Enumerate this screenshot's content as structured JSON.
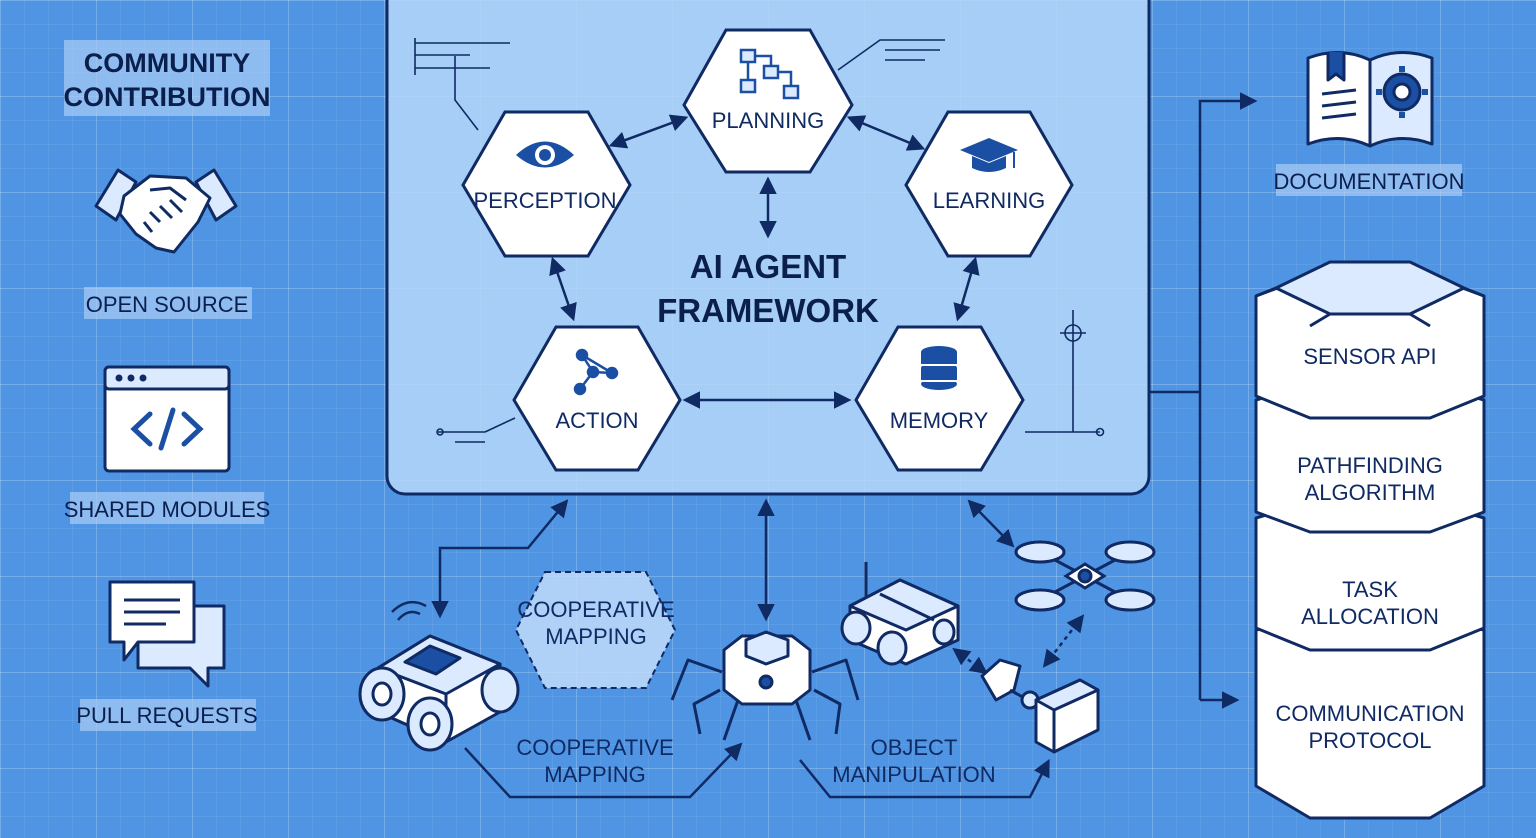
{
  "community": {
    "title_line1": "COMMUNITY",
    "title_line2": "CONTRIBUTION",
    "items": [
      {
        "label": "OPEN SOURCE",
        "icon": "handshake-icon"
      },
      {
        "label": "SHARED MODULES",
        "icon": "code-window-icon"
      },
      {
        "label": "PULL REQUESTS",
        "icon": "chat-bubbles-icon"
      }
    ]
  },
  "framework": {
    "title_line1": "AI AGENT",
    "title_line2": "FRAMEWORK",
    "modules": {
      "planning": {
        "label": "PLANNING",
        "icon": "flowchart-icon"
      },
      "perception": {
        "label": "PERCEPTION",
        "icon": "eye-icon"
      },
      "learning": {
        "label": "LEARNING",
        "icon": "graduation-cap-icon"
      },
      "action": {
        "label": "ACTION",
        "icon": "network-nodes-icon"
      },
      "memory": {
        "label": "MEMORY",
        "icon": "database-icon"
      }
    }
  },
  "documentation": {
    "label": "DOCUMENTATION",
    "icon": "book-gear-icon"
  },
  "stack": {
    "layers": [
      {
        "line1": "SENSOR API",
        "line2": ""
      },
      {
        "line1": "PATHFINDING",
        "line2": "ALGORITHM"
      },
      {
        "line1": "TASK",
        "line2": "ALLOCATION"
      },
      {
        "line1": "COMMUNICATION",
        "line2": "PROTOCOL"
      }
    ]
  },
  "robots": {
    "badge_line1": "COOPERATIVE",
    "badge_line2": "MAPPING",
    "bottom1_line1": "COOPERATIVE",
    "bottom1_line2": "MAPPING",
    "bottom2_line1": "OBJECT",
    "bottom2_line2": "MANIPULATION"
  },
  "colors": {
    "background": "#4f95e4",
    "panel": "#b9dafa",
    "ink": "#102a63",
    "hex_fill": "#ffffff"
  }
}
